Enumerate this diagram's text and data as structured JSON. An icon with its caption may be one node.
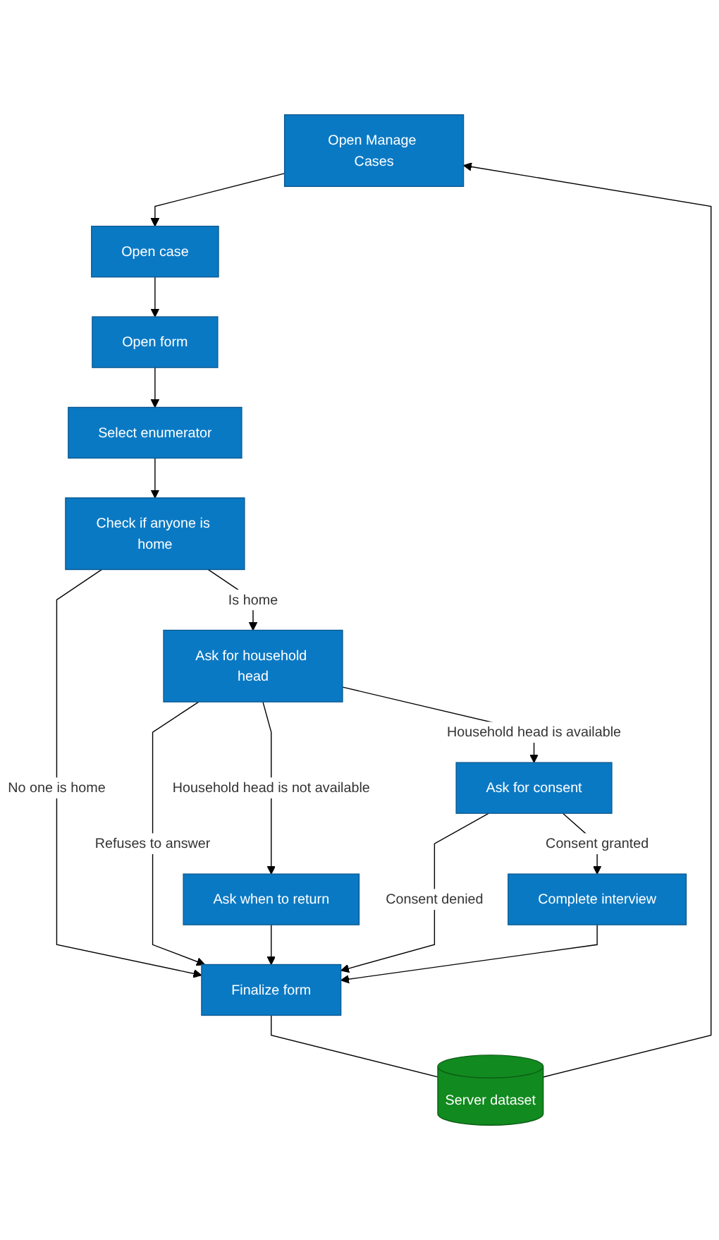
{
  "diagram": {
    "nodes": [
      {
        "text": [
          "Open Manage Cases"
        ]
      },
      {
        "text": [
          "Open case"
        ]
      },
      {
        "text": [
          "Open form"
        ]
      },
      {
        "text": [
          "Select enumerator"
        ]
      },
      {
        "text": [
          "Check if anyone is home"
        ]
      },
      {
        "text": [
          "Ask for household head"
        ]
      },
      {
        "text": [
          "Ask when to return"
        ]
      },
      {
        "text": [
          "Ask for consent"
        ]
      },
      {
        "text": [
          "Finalize form"
        ]
      },
      {
        "text": [
          "Complete interview"
        ]
      },
      {
        "text": [
          "Server dataset"
        ]
      }
    ],
    "edges": [
      {
        "from": 0,
        "to": 1,
        "arrow": "to"
      },
      {
        "from": 1,
        "to": 2,
        "arrow": "to"
      },
      {
        "from": 2,
        "to": 3,
        "arrow": "to"
      },
      {
        "from": 3,
        "to": 4,
        "arrow": "to"
      },
      {
        "from": 4,
        "to": 8,
        "arrow": "to",
        "label": "No one is home"
      },
      {
        "from": 4,
        "to": 5,
        "arrow": "to",
        "label": "Is home"
      },
      {
        "from": 5,
        "to": 8,
        "arrow": "to",
        "label": "Refuses to answer"
      },
      {
        "from": 5,
        "to": 6,
        "arrow": "to",
        "label": "Household head is not available"
      },
      {
        "from": 5,
        "to": 7,
        "arrow": "to",
        "label": "Household head is available"
      },
      {
        "from": 6,
        "to": 8,
        "arrow": "to"
      },
      {
        "from": 7,
        "to": 8,
        "arrow": "to",
        "label": "Consent denied"
      },
      {
        "from": 7,
        "to": 9,
        "arrow": "to",
        "label": "Consent granted"
      },
      {
        "from": 9,
        "to": 8,
        "arrow": "to"
      },
      {
        "from": 8,
        "to": 10,
        "arrow": "none"
      },
      {
        "from": 10,
        "to": 0,
        "arrow": "to"
      }
    ]
  }
}
